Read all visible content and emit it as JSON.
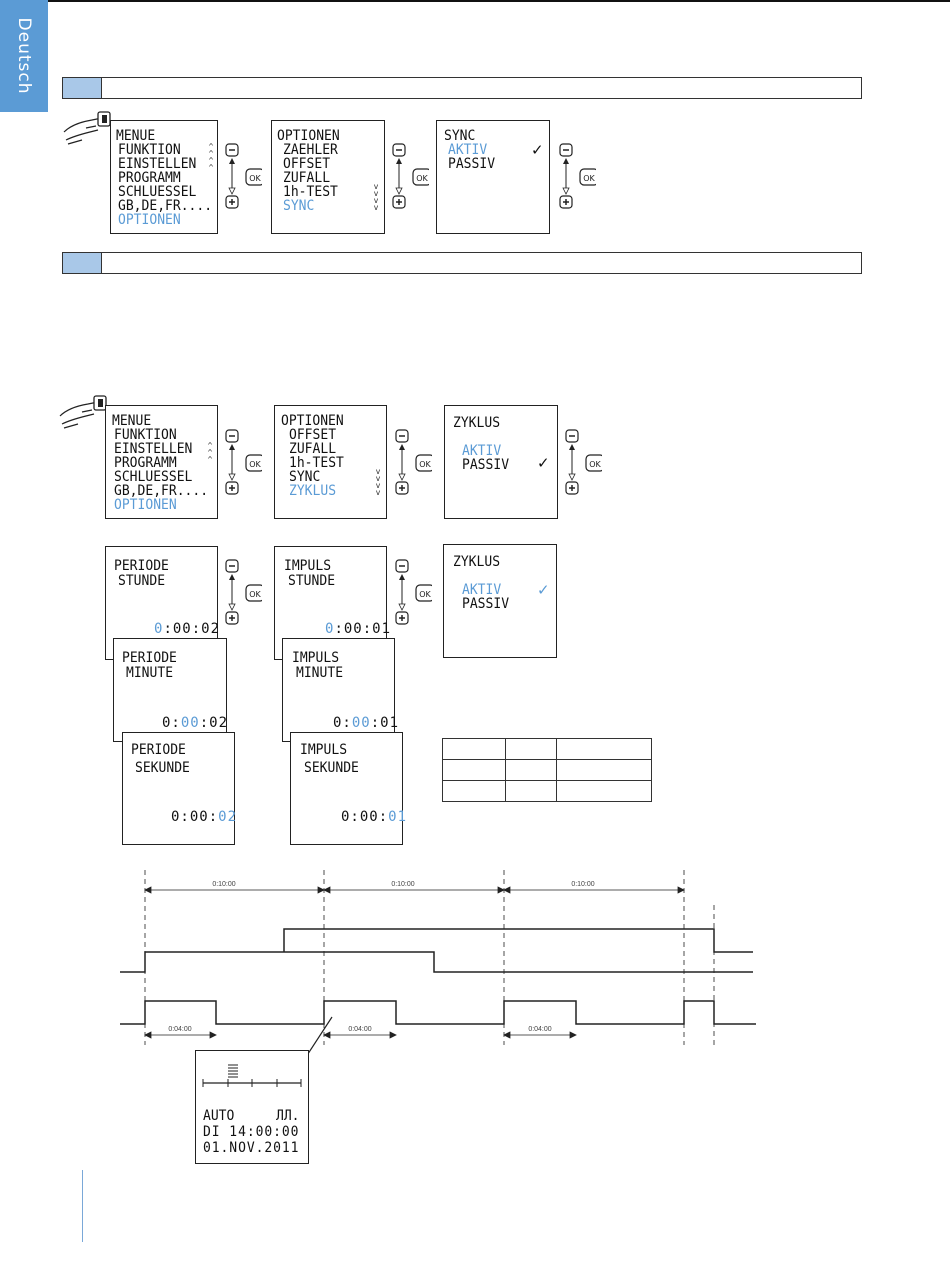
{
  "sidebar_tab": {
    "label": "Deutsch"
  },
  "colors": {
    "accent": "#5b9bd5",
    "section_square": "#a9c8e8"
  },
  "icons": {
    "hand": "pointing-hand-icon",
    "ok": "ok-button-icon",
    "minus": "minus-button-icon",
    "plus": "plus-button-icon"
  },
  "sync_sequence": {
    "menu": {
      "title": "MENUE",
      "items": [
        "FUNKTION",
        "EINSTELLEN",
        "PROGRAMM",
        "SCHLUESSEL",
        "GB,DE,FR....",
        "OPTIONEN"
      ]
    },
    "options": {
      "title": "OPTIONEN",
      "items": [
        "ZAEHLER",
        "OFFSET",
        "ZUFALL",
        "1h-TEST",
        "SYNC"
      ]
    },
    "sync": {
      "title": "SYNC",
      "items": [
        "AKTIV",
        "PASSIV"
      ],
      "check": "✓"
    }
  },
  "cycle_sequence": {
    "menu": {
      "title": "MENUE",
      "items": [
        "FUNKTION",
        "EINSTELLEN",
        "PROGRAMM",
        "SCHLUESSEL",
        "GB,DE,FR....",
        "OPTIONEN"
      ]
    },
    "options": {
      "title": "OPTIONEN",
      "items": [
        "OFFSET",
        "ZUFALL",
        "1h-TEST",
        "SYNC",
        "ZYKLUS"
      ]
    },
    "zyklus_passive": {
      "title": "ZYKLUS",
      "items": [
        "AKTIV",
        "PASSIV"
      ],
      "check": "✓"
    },
    "zyklus_active": {
      "title": "ZYKLUS",
      "items": [
        "AKTIV",
        "PASSIV"
      ],
      "check": "✓"
    },
    "periode": {
      "stunde": {
        "title": "PERIODE",
        "sub": "STUNDE",
        "hl": "0",
        "rest": ":00:02"
      },
      "minute": {
        "title": "PERIODE",
        "sub": "MINUTE",
        "pre": "0:",
        "hl": "00",
        "post": ":02"
      },
      "sekunde": {
        "title": "PERIODE",
        "sub": "SEKUNDE",
        "pre": "0:00:",
        "hl": "02"
      }
    },
    "impuls": {
      "stunde": {
        "title": "IMPULS",
        "sub": "STUNDE",
        "hl": "0",
        "rest": ":00:01"
      },
      "minute": {
        "title": "IMPULS",
        "sub": "MINUTE",
        "pre": "0:",
        "hl": "00",
        "post": ":01"
      },
      "sekunde": {
        "title": "IMPULS",
        "sub": "SEKUNDE",
        "pre": "0:00:",
        "hl": "01"
      }
    }
  },
  "timing": {
    "period_labels": [
      "0:10:00",
      "0:10:00",
      "0:10:00"
    ],
    "pulse_labels": [
      "0:04:00",
      "0:04:00",
      "0:04:00"
    ]
  },
  "status_display": {
    "mode": "AUTO",
    "mode_symbol": "ЛЛ.",
    "time": "DI 14:00:00",
    "date": "01.NOV.2011"
  }
}
